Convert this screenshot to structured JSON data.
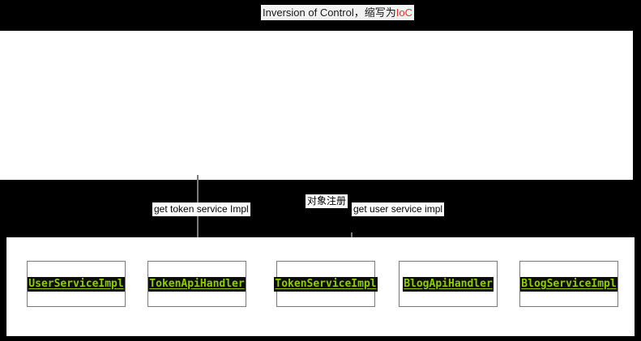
{
  "title": {
    "prefix": "Inversion of Control，缩写为",
    "accent": "IoC"
  },
  "colors": {
    "background": "#000000",
    "panel": "#ffffff",
    "accent_red": "#e8342a",
    "node_text_green": "#8fce00",
    "node_text_bg": "#0d0d0d",
    "border_gray": "#7a7a7a"
  },
  "edge_labels": [
    {
      "id": "get-token-service-impl",
      "text": "get token service Impl"
    },
    {
      "id": "object-registration",
      "text": "对象注册"
    },
    {
      "id": "get-user-service-impl",
      "text": "get user service impl"
    }
  ],
  "nodes": [
    {
      "id": "user-service-impl",
      "label": "UserServiceImpl"
    },
    {
      "id": "token-api-handler",
      "label": "TokenApiHandler"
    },
    {
      "id": "token-service-impl",
      "label": "TokenServiceImpl"
    },
    {
      "id": "blog-api-handler",
      "label": "BlogApiHandler"
    },
    {
      "id": "blog-service-impl",
      "label": "BlogServiceImpl"
    }
  ]
}
